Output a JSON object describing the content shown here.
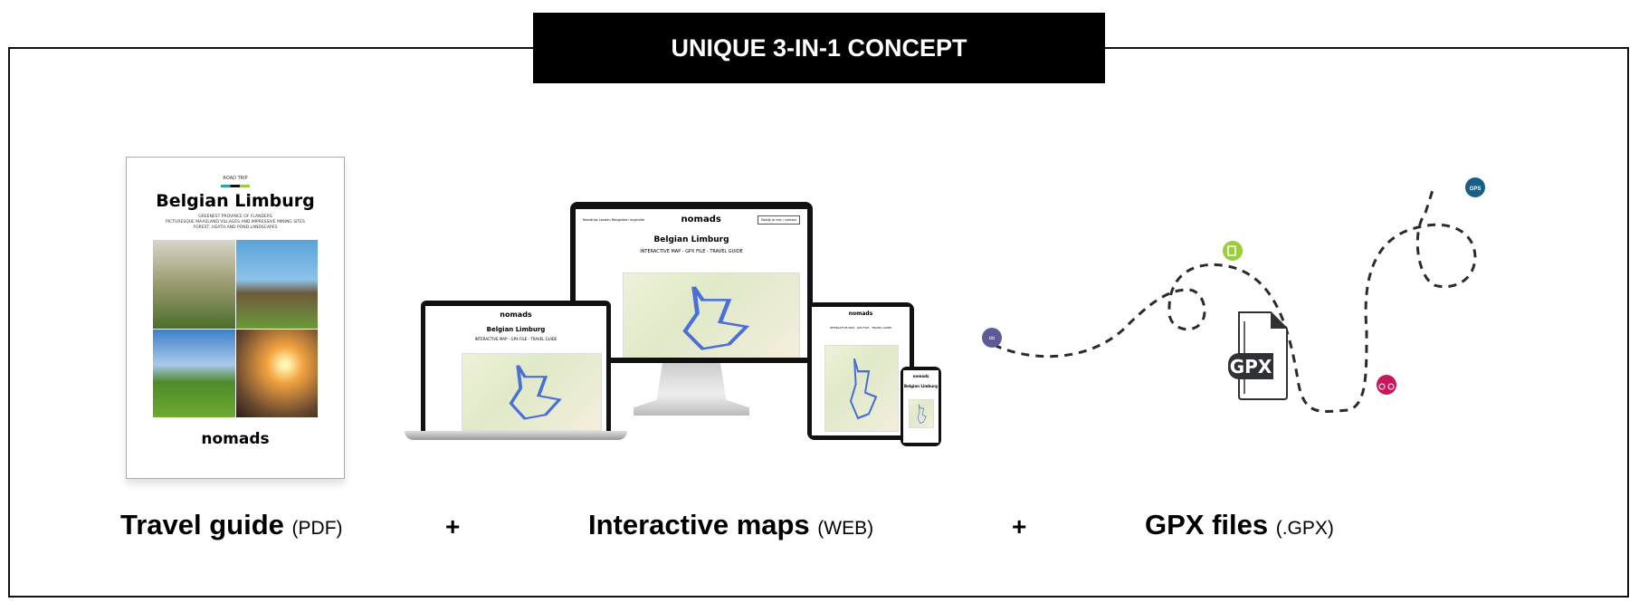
{
  "title": "UNIQUE 3-IN-1 CONCEPT",
  "booklet": {
    "kicker": "ROAD TRIP",
    "title": "Belgian Limburg",
    "subtitle_lines": [
      "GREENEST PROVINCE OF FLANDERS",
      "PICTURESQUE MAASLAND VILLAGES AND IMPRESSIVE MINING SITES",
      "FOREST, HEATH AND POND LANDSCAPES"
    ],
    "logo": "nomads"
  },
  "web": {
    "logo": "nomads",
    "nav": [
      "Roadtrips",
      "Landen",
      "Reisgidsen",
      "Inspiratie"
    ],
    "cta": "Bekijk je reis / contact",
    "page_title": "Belgian Limburg",
    "page_subtitle": "INTERACTIVE MAP - GPX FILE - TRAVEL GUIDE"
  },
  "gpx": {
    "file_label": "GPX",
    "pins": [
      {
        "icon": "binoculars",
        "color": "#5e5a99"
      },
      {
        "icon": "hiking-boot",
        "color": "#9ccd3a"
      },
      {
        "icon": "bicycle",
        "color": "#c8175d"
      },
      {
        "icon": "gps",
        "label": "GPS",
        "color": "#1b5e86"
      }
    ]
  },
  "labels": [
    {
      "main": "Travel guide",
      "suffix": "(PDF)"
    },
    {
      "main": "Interactive maps",
      "suffix": "(WEB)"
    },
    {
      "main": "GPX files",
      "suffix": "(.GPX)"
    }
  ],
  "plus": "+"
}
